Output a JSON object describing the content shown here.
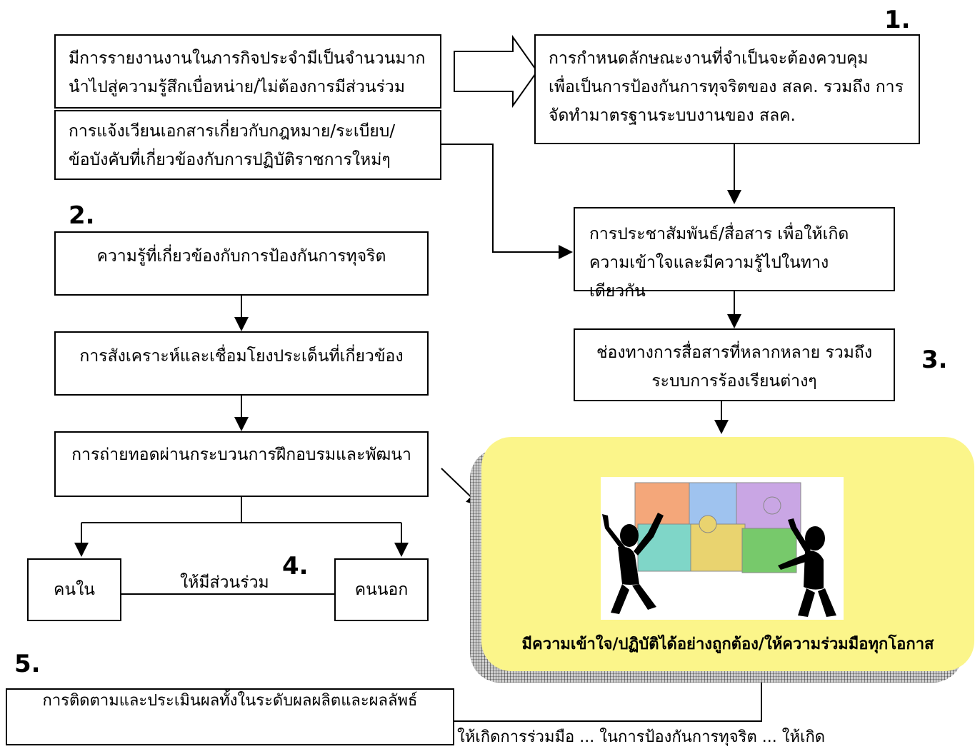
{
  "step_numbers": {
    "s1": "1.",
    "s2": "2.",
    "s3": "3.",
    "s4": "4.",
    "s5": "5."
  },
  "boxes": {
    "report": [
      "มีการรายงานงานในภารกิจประจำมีเป็นจำนวนมาก",
      "นำไปสู่ความรู้สึกเบื่อหน่าย/ไม่ต้องการมีส่วนร่วม"
    ],
    "circular": [
      "การแจ้งเวียนเอกสารเกี่ยวกับกฎหมาย/ระเบียบ/",
      "ข้อบังคับที่เกี่ยวข้องกับการปฏิบัติราชการใหม่ๆ"
    ],
    "define": [
      "การกำหนดลักษณะงานที่จำเป็นจะต้องควบคุม",
      "เพื่อเป็นการป้องกันการทุจริตของ สลค. รวมถึง การ",
      "จัดทำมาตรฐานระบบงานของ สลค."
    ],
    "pr": [
      "การประชาสัมพันธ์/สื่อสาร เพื่อให้เกิด",
      "ความเข้าใจและมีความรู้ไปในทางเดียวกัน"
    ],
    "channels": [
      "ช่องทางการสื่อสารที่หลากหลาย รวมถึง",
      "ระบบการร้องเรียนต่างๆ"
    ],
    "knowledge": "ความรู้ที่เกี่ยวข้องกับการป้องกันการทุจริต",
    "synthesis": "การสังเคราะห์และเชื่อมโยงประเด็นที่เกี่ยวข้อง",
    "training": "การถ่ายทอดผ่านกระบวนการฝึกอบรมและพัฒนา",
    "insiders": "คนใน",
    "outsiders": "คนนอก",
    "participate": "ให้มีส่วนร่วม",
    "monitor": "การติดตามและประเมินผลทั้งในระดับผลผลิตและผลลัพธ์"
  },
  "result": {
    "caption": "มีความเข้าใจ/ปฏิบัติได้อย่างถูกต้อง/ให้ความร่วมมือทุกโอกาส",
    "image": "puzzle-teamwork-illustration",
    "color": "#fbf58a"
  },
  "footer_fragment": "ให้เกิดการร่วมมือ ... ในการป้องกันการทุจริต ... ให้เกิด"
}
